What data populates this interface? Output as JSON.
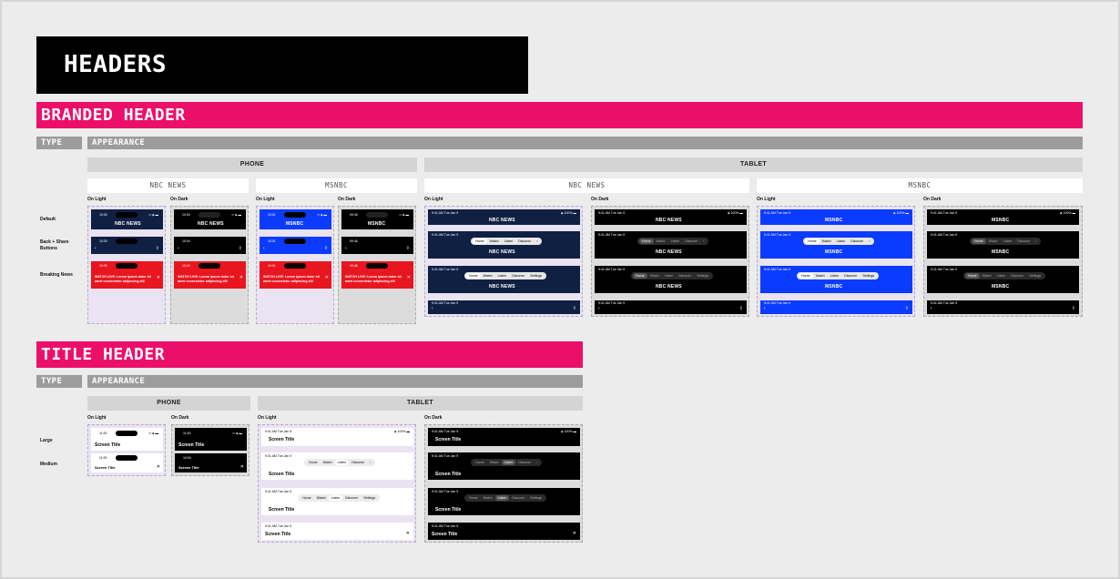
{
  "page": {
    "title": "HEADERS"
  },
  "branded": {
    "section_title": "BRANDED HEADER",
    "type_label": "TYPE",
    "appearance_label": "APPEARANCE",
    "phone_label": "PHONE",
    "tablet_label": "TABLET",
    "brand_nbc_label": "NBC NEWS",
    "brand_msnbc_label": "MSNBC",
    "on_light": "On Light",
    "on_dark": "On Dark",
    "rows": [
      "Default",
      "Back + Share Buttons",
      "Breaking News"
    ]
  },
  "title_header": {
    "section_title": "TITLE HEADER",
    "type_label": "TYPE",
    "appearance_label": "APPEARANCE",
    "phone_label": "PHONE",
    "tablet_label": "TABLET",
    "on_light": "On Light",
    "on_dark": "On Dark",
    "rows": [
      "Large",
      "Medium"
    ],
    "screen_title": "Screen Title"
  },
  "mock": {
    "logo_nbc": "NBC NEWS",
    "logo_msnbc": "MSNBC",
    "time_a": "10:30",
    "time_b": "10:04",
    "time_c": "10:01",
    "time_d": "09:46",
    "time_e": "11:00",
    "tablet_time": "9:41 AM Tue Jan 9",
    "breaking_text": "WATCH LIVE: Lorem ipsum dolor sit amet consectetur adipiscing elit",
    "nav_short": [
      "Home",
      "Watch",
      "Listen",
      "Discover"
    ],
    "nav_long": [
      "Home",
      "Watch",
      "Listen",
      "Discover",
      "Settings"
    ]
  },
  "colors": {
    "accent": "#ec0f6a",
    "nbc_navy": "#0f2043",
    "msnbc_blue": "#0b3bff",
    "breaking_red": "#e8161f",
    "dark": "#000000"
  }
}
